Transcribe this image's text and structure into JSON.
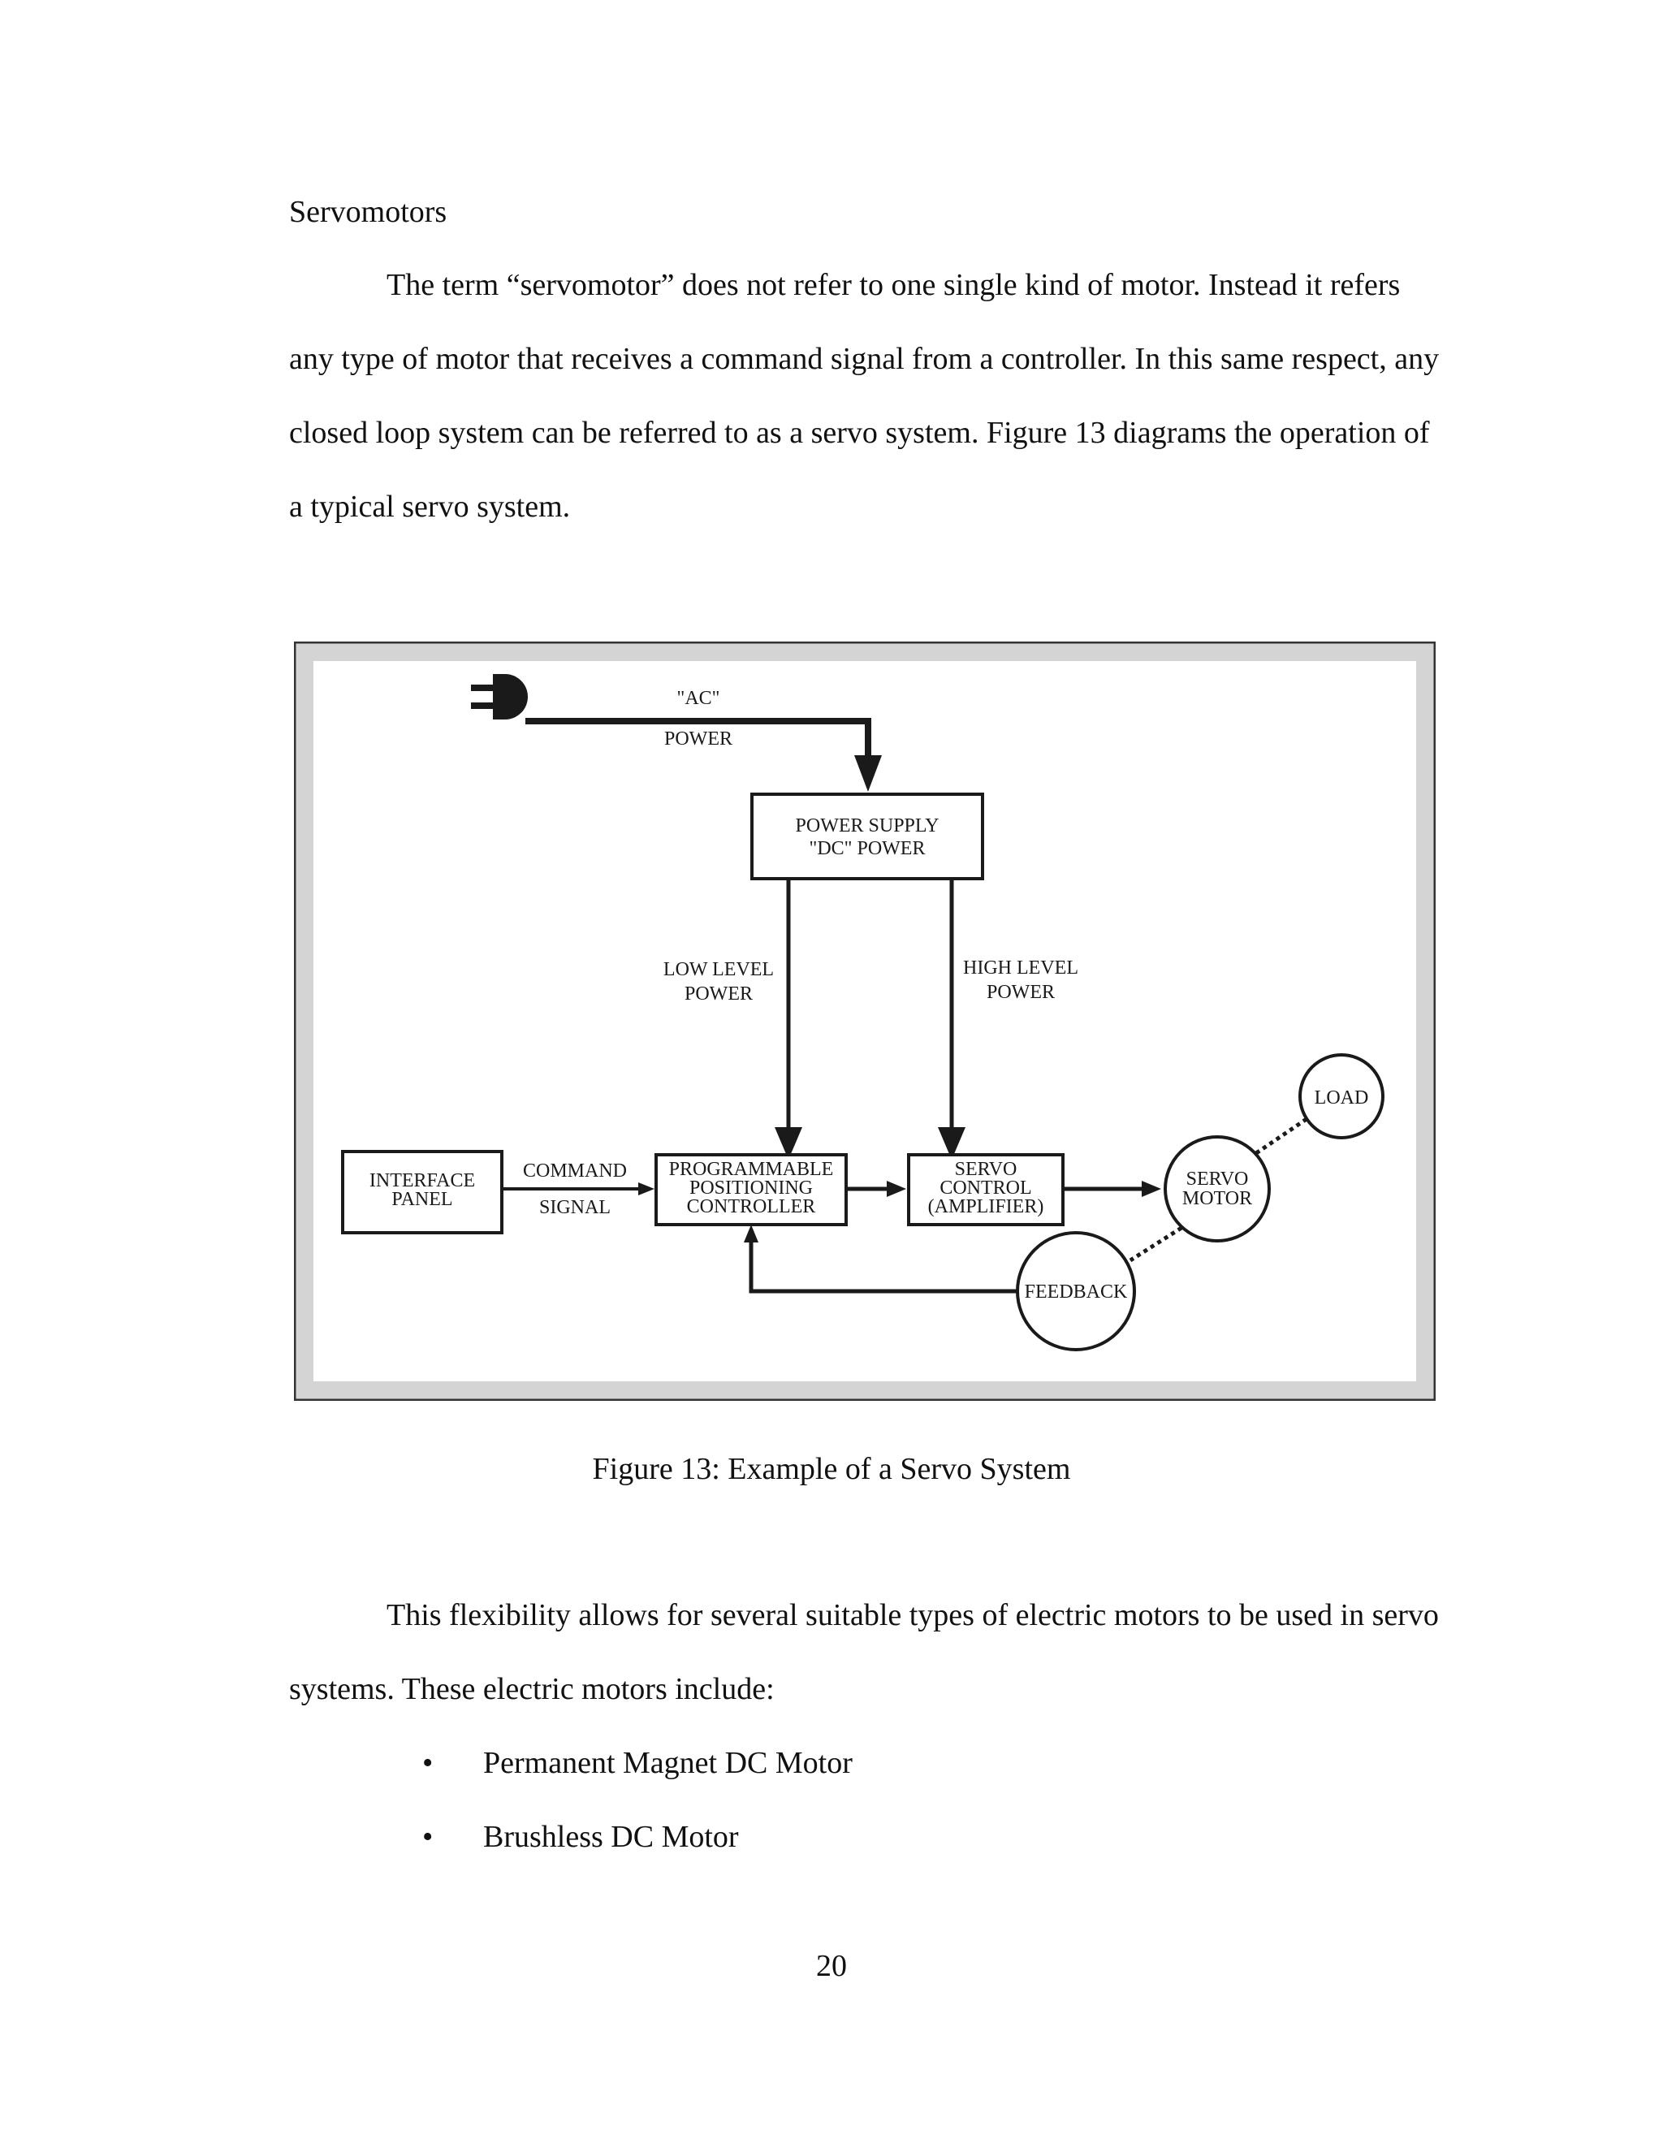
{
  "heading": "Servomotors",
  "paragraph1": "The term “servomotor” does not refer to one single kind of motor. Instead it refers any type of motor that receives a command signal from a controller. In this same respect, any closed loop system can be referred to as a servo system. Figure 13 diagrams the operation of a typical servo system.",
  "figure": {
    "caption": "Figure 13: Example of a Servo System",
    "ac_power": [
      "\"AC\"",
      "POWER"
    ],
    "power_supply": [
      "POWER SUPPLY",
      "\"DC\" POWER"
    ],
    "low_level_power": [
      "LOW LEVEL",
      "POWER"
    ],
    "high_level_power": [
      "HIGH LEVEL",
      "POWER"
    ],
    "interface_panel": [
      "INTERFACE",
      "PANEL"
    ],
    "command_signal": [
      "COMMAND",
      "SIGNAL"
    ],
    "controller": [
      "PROGRAMMABLE",
      "POSITIONING",
      "CONTROLLER"
    ],
    "servo_control": [
      "SERVO",
      "CONTROL",
      "(AMPLIFIER)"
    ],
    "servo_motor": [
      "SERVO",
      "MOTOR"
    ],
    "load": "LOAD",
    "feedback": "FEEDBACK"
  },
  "paragraph2": "This flexibility allows for several suitable types of electric motors to be used in servo systems. These electric motors include:",
  "bullet_char": "•",
  "bullets": [
    "Permanent Magnet DC Motor",
    "Brushless DC Motor"
  ],
  "page_number": "20"
}
